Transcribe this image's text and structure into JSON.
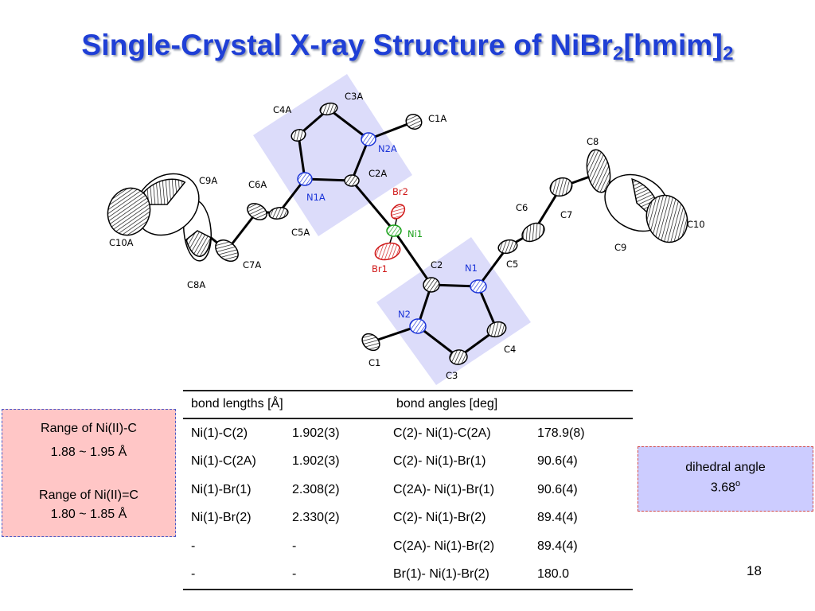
{
  "title": {
    "main": "Single-Crystal X-ray Structure of NiBr",
    "sub1": "2",
    "mid": "[hmim]",
    "sub2": "2"
  },
  "atoms": {
    "C4A": "C4A",
    "C3A": "C3A",
    "C1A": "C1A",
    "N2A": "N2A",
    "C2A": "C2A",
    "N1A": "N1A",
    "C9A": "C9A",
    "C6A": "C6A",
    "C10A": "C10A",
    "C5A": "C5A",
    "C7A": "C7A",
    "C8A": "C8A",
    "Br2": "Br2",
    "Ni1": "Ni1",
    "Br1": "Br1",
    "C2": "C2",
    "N1": "N1",
    "N2": "N2",
    "C1": "C1",
    "C3": "C3",
    "C4": "C4",
    "C5": "C5",
    "C6": "C6",
    "C7": "C7",
    "C8": "C8",
    "C9": "C9",
    "C10": "C10"
  },
  "table": {
    "headers": [
      "bond lengths [Å]",
      "bond angles [deg]"
    ],
    "rows": [
      [
        "Ni(1)-C(2)",
        "1.902(3)",
        "C(2)- Ni(1)-C(2A)",
        "178.9(8)"
      ],
      [
        "Ni(1)-C(2A)",
        "1.902(3)",
        "C(2)- Ni(1)-Br(1)",
        "90.6(4)"
      ],
      [
        "Ni(1)-Br(1)",
        "2.308(2)",
        "C(2A)- Ni(1)-Br(1)",
        "90.6(4)"
      ],
      [
        "Ni(1)-Br(2)",
        "2.330(2)",
        "C(2)- Ni(1)-Br(2)",
        "89.4(4)"
      ],
      [
        "-",
        "-",
        "C(2A)- Ni(1)-Br(2)",
        "89.4(4)"
      ],
      [
        "-",
        "-",
        "Br(1)- Ni(1)-Br(2)",
        "180.0"
      ]
    ]
  },
  "left_box": {
    "line1": "Range of Ni(II)-C",
    "line2": "1.88 ~ 1.95 Å",
    "line3": "Range of Ni(II)=C",
    "line4": "1.80 ~ 1.85 Å"
  },
  "right_box": {
    "line1": "dihedral angle",
    "value": "3.68",
    "unit": "o"
  },
  "page_number": "18",
  "colors": {
    "title": "#1f3fd6",
    "ring_shade": "#dcdcfa",
    "nitrogen": "#1a33d8",
    "bromine": "#d01818",
    "nickel": "#18a018",
    "left_box_bg": "#ffc6c6",
    "right_box_bg": "#ccccff"
  }
}
